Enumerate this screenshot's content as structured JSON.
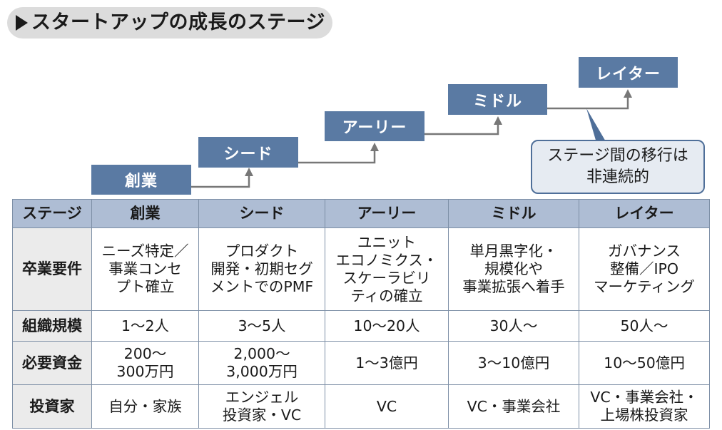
{
  "title": "スタートアップの成長のステージ",
  "stages": [
    "創業",
    "シード",
    "アーリー",
    "ミドル",
    "レイター"
  ],
  "callout": {
    "lines": [
      "ステージ間の移行は",
      "非連続的"
    ]
  },
  "table": {
    "header": [
      "ステージ",
      "創業",
      "シード",
      "アーリー",
      "ミドル",
      "レイター"
    ],
    "rows": [
      {
        "label": "卒業要件",
        "cells": [
          [
            "ニーズ特定／",
            "事業コンセ",
            "プト確立"
          ],
          [
            "プロダクト",
            "開発・初期セグ",
            "メントでのPMF"
          ],
          [
            "ユニット",
            "エコノミクス・",
            "スケーラビリ",
            "ティの確立"
          ],
          [
            "単月黒字化・",
            "規模化や",
            "事業拡張へ着手"
          ],
          [
            "ガバナンス",
            "整備／IPO",
            "マーケティング"
          ]
        ]
      },
      {
        "label": "組織規模",
        "cells": [
          [
            "1〜2人"
          ],
          [
            "3〜5人"
          ],
          [
            "10〜20人"
          ],
          [
            "30人〜"
          ],
          [
            "50人〜"
          ]
        ]
      },
      {
        "label": "必要資金",
        "cells": [
          [
            "200〜",
            "300万円"
          ],
          [
            "2,000〜",
            "3,000万円"
          ],
          [
            "1〜3億円"
          ],
          [
            "3〜10億円"
          ],
          [
            "10〜50億円"
          ]
        ]
      },
      {
        "label": "投資家",
        "cells": [
          [
            "自分・家族"
          ],
          [
            "エンジェル",
            "投資家・VC"
          ],
          [
            "VC"
          ],
          [
            "VC・事業会社"
          ],
          [
            "VC・事業会社・",
            "上場株投資家"
          ]
        ]
      }
    ]
  },
  "colors": {
    "stage_box": "#5a7aa3",
    "header_bg": "#aebdd4",
    "rowhead_bg": "#ebebeb",
    "connector": "#777777",
    "callout_bg": "#e6ebf2",
    "callout_border": "#4f6f99"
  }
}
